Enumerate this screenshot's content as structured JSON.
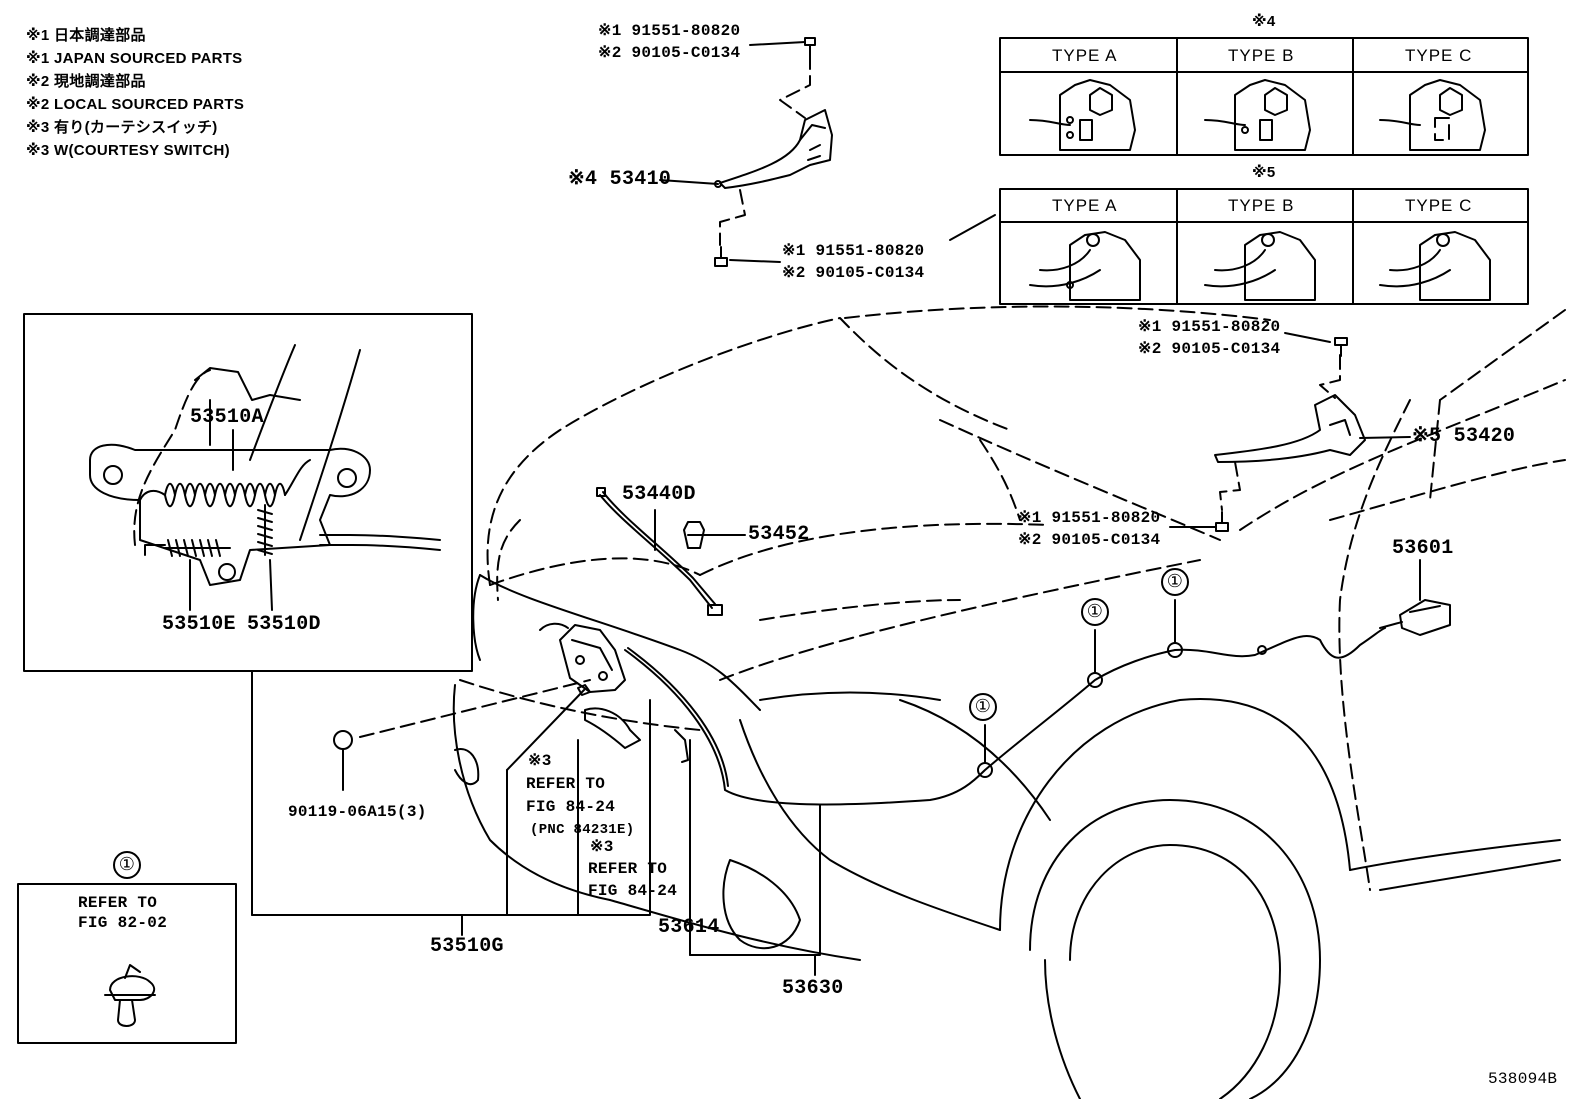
{
  "notes": [
    "※1 日本調達部品",
    "※1 JAPAN SOURCED PARTS",
    "※2 現地調達部品",
    "※2 LOCAL SOURCED PARTS",
    "※3 有り(カーテシスイッチ)",
    "※3 W(COURTESY SWITCH)"
  ],
  "bolt_labels": {
    "top_1": "※1 91551-80820",
    "top_2": "※2 90105-C0134",
    "mid_1": "※1 91551-80820",
    "mid_2": "※2 90105-C0134",
    "right_top_1": "※1 91551-80820",
    "right_top_2": "※2 90105-C0134",
    "right_low_1": "※1 91551-80820",
    "right_low_2": "※2 90105-C0134"
  },
  "parts": {
    "hinge_left": "※4 53410",
    "hinge_right": "※5 53420",
    "p53440D": "53440D",
    "p53452": "53452",
    "p53601": "53601",
    "p53510A": "53510A",
    "p53510E": "53510E",
    "p53510D": "53510D",
    "p90119": "90119-06A15(3)",
    "p53510G": "53510G",
    "p53614": "53614",
    "p53630": "53630",
    "figure_code": "538094B"
  },
  "refs": {
    "ref1_mark": "※3",
    "ref1_l1": "REFER TO",
    "ref1_l2": "FIG 84-24",
    "ref1_l3": "(PNC 84231E)",
    "ref2_mark": "※3",
    "ref2_l1": "REFER TO",
    "ref2_l2": "FIG 84-24",
    "clip_mark": "①",
    "clip_l1": "REFER TO",
    "clip_l2": "FIG 82-02"
  },
  "type_tables": {
    "t4_mark": "※4",
    "t5_mark": "※5",
    "t4": [
      "TYPE  A",
      "TYPE  B",
      "TYPE  C"
    ],
    "t5": [
      "TYPE  A",
      "TYPE  B",
      "TYPE  C"
    ]
  },
  "clip_markers": [
    "①",
    "①",
    "①",
    "①"
  ]
}
